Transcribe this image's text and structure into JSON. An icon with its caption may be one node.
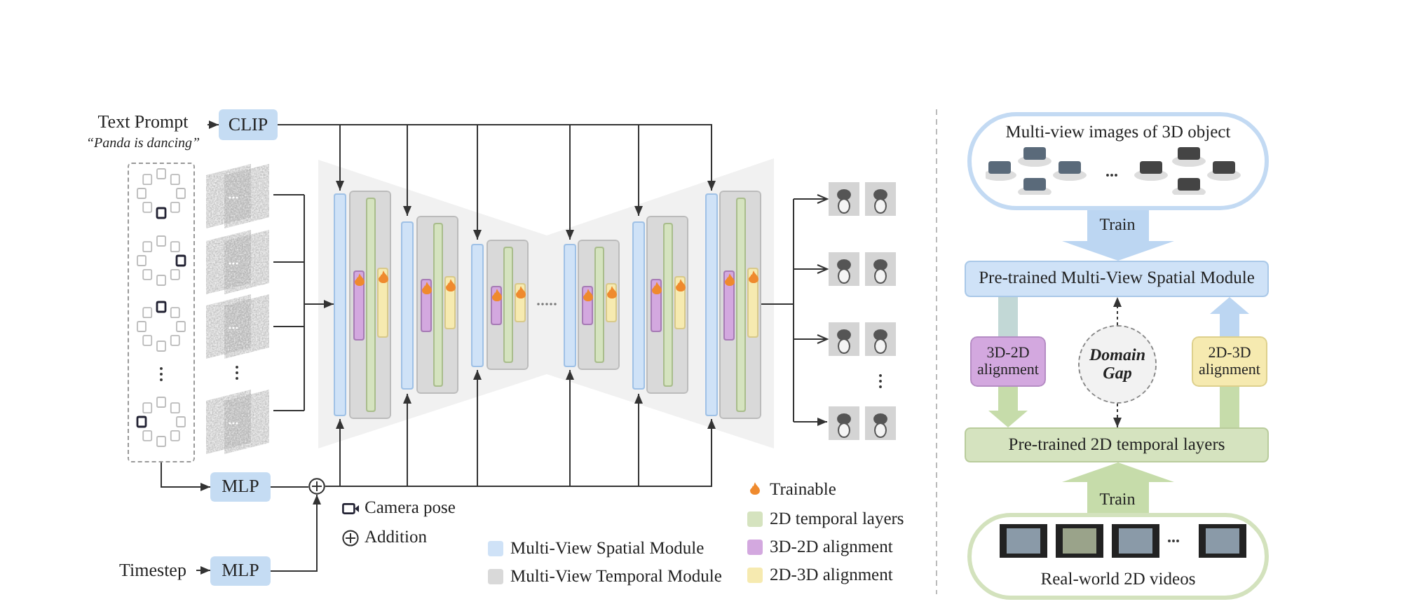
{
  "diagram": {
    "nodes": [
      {
        "text": [
          "Text Prompt"
        ],
        "beside": [
          "“Panda is dancing”"
        ]
      },
      {
        "text": [
          "CLIP"
        ]
      },
      {
        "text": [],
        "shape": "picture"
      },
      {
        "text": [],
        "shape": "picture"
      },
      {
        "text": [
          "MLP"
        ]
      },
      {
        "text": [
          "Timestep"
        ]
      },
      {
        "text": [
          "MLP"
        ]
      },
      {
        "text": [],
        "shape": "circle"
      },
      {
        "text": [],
        "shape": "box"
      },
      {
        "text": [],
        "shape": "box"
      },
      {
        "text": [],
        "shape": "box"
      },
      {
        "text": [],
        "shape": "box"
      },
      {
        "text": [],
        "shape": "box"
      },
      {
        "text": [],
        "shape": "box"
      },
      {
        "text": [],
        "shape": "picture"
      },
      {
        "text": [
          "Multi-view images of 3D object"
        ]
      },
      {
        "text": [
          "Pre-trained Multi-View Spatial Module"
        ]
      },
      {
        "text": [
          "3D-2D alignment"
        ]
      },
      {
        "text": [
          "Domain Gap"
        ]
      },
      {
        "text": [
          "2D-3D alignment"
        ]
      },
      {
        "text": [
          "Pre-trained 2D temporal layers"
        ]
      },
      {
        "text": [
          "Real-world 2D videos"
        ]
      }
    ],
    "edges": [
      {
        "from": 0,
        "to": 1,
        "arrow": "to"
      },
      {
        "from": 1,
        "to": 8,
        "arrow": "to"
      },
      {
        "from": 1,
        "to": 9,
        "arrow": "to"
      },
      {
        "from": 1,
        "to": 10,
        "arrow": "to"
      },
      {
        "from": 1,
        "to": 11,
        "arrow": "to"
      },
      {
        "from": 1,
        "to": 12,
        "arrow": "to"
      },
      {
        "from": 1,
        "to": 13,
        "arrow": "to"
      },
      {
        "from": 2,
        "to": 4,
        "arrow": "to"
      },
      {
        "from": 3,
        "to": 8,
        "arrow": "to"
      },
      {
        "from": 4,
        "to": 7,
        "arrow": "none"
      },
      {
        "from": 5,
        "to": 6,
        "arrow": "to"
      },
      {
        "from": 6,
        "to": 7,
        "arrow": "to"
      },
      {
        "from": 7,
        "to": 8,
        "arrow": "to"
      },
      {
        "from": 7,
        "to": 9,
        "arrow": "to"
      },
      {
        "from": 7,
        "to": 10,
        "arrow": "to"
      },
      {
        "from": 7,
        "to": 11,
        "arrow": "to"
      },
      {
        "from": 7,
        "to": 12,
        "arrow": "to"
      },
      {
        "from": 7,
        "to": 13,
        "arrow": "to"
      },
      {
        "from": 13,
        "to": 14,
        "arrow": "to"
      },
      {
        "from": 15,
        "to": 16,
        "arrow": "to",
        "label": "Train",
        "style": "thick",
        "color": "#bcd6f2"
      },
      {
        "from": 16,
        "to": 17,
        "arrow": "none",
        "style": "thick",
        "color": "#c2d8d6"
      },
      {
        "from": 17,
        "to": 20,
        "arrow": "to",
        "style": "thick",
        "color": "#c6dcaa"
      },
      {
        "from": 20,
        "to": 19,
        "arrow": "none",
        "style": "thick",
        "color": "#c6dcaa"
      },
      {
        "from": 19,
        "to": 16,
        "arrow": "to",
        "style": "thick",
        "color": "#bcd6f2"
      },
      {
        "from": 18,
        "to": 16,
        "arrow": "to",
        "style": "dashed"
      },
      {
        "from": 18,
        "to": 20,
        "arrow": "to",
        "style": "dashed"
      },
      {
        "from": 21,
        "to": 20,
        "arrow": "to",
        "label": "Train",
        "style": "thick",
        "color": "#c6dcaa"
      }
    ],
    "legend": [
      {
        "text": "Camera pose"
      },
      {
        "text": "Addition"
      },
      {
        "text": "Multi-View Spatial Module",
        "color": "#cfe2f7"
      },
      {
        "text": "Multi-View Temporal Module",
        "color": "#d9d9d9"
      },
      {
        "text": "Trainable"
      },
      {
        "text": "2D temporal layers",
        "color": "#d5e3bf"
      },
      {
        "text": "3D-2D alignment",
        "color": "#d3a8df"
      },
      {
        "text": "2D-3D alignment",
        "color": "#f6eab0"
      }
    ]
  }
}
